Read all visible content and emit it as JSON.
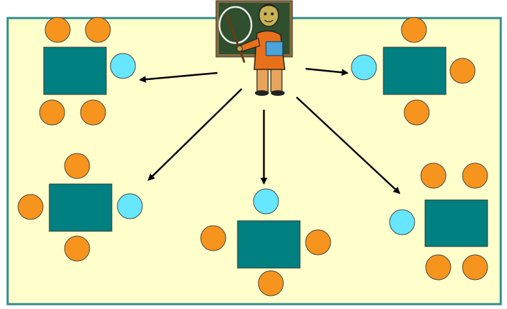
{
  "colors": {
    "page_background": "#ffffff",
    "room_fill": "#ffffcc",
    "room_border": "#2e8b8b",
    "table_fill": "#008080",
    "student_fill": "#f7941d",
    "teacher_fill": "#66e6ff",
    "outline": "#444444",
    "arrow": "#000000",
    "chalkboard": "#2f4f2f",
    "chalkboard_frame": "#8b6a3a"
  },
  "icons": {
    "teacher": "teacher-at-chalkboard-icon",
    "table": "table-icon",
    "student": "student-seat-icon",
    "teacher_seat": "teacher-seat-icon",
    "arrow": "arrow-icon"
  },
  "diagram": {
    "group_count": 5,
    "groups": [
      {
        "name": "top-left",
        "students": 4,
        "teacher_seat": true
      },
      {
        "name": "top-right",
        "students": 3,
        "teacher_seat": true
      },
      {
        "name": "middle-left",
        "students": 3,
        "teacher_seat": true
      },
      {
        "name": "bottom-center",
        "students": 3,
        "teacher_seat": true
      },
      {
        "name": "bottom-right",
        "students": 4,
        "teacher_seat": true
      }
    ]
  }
}
